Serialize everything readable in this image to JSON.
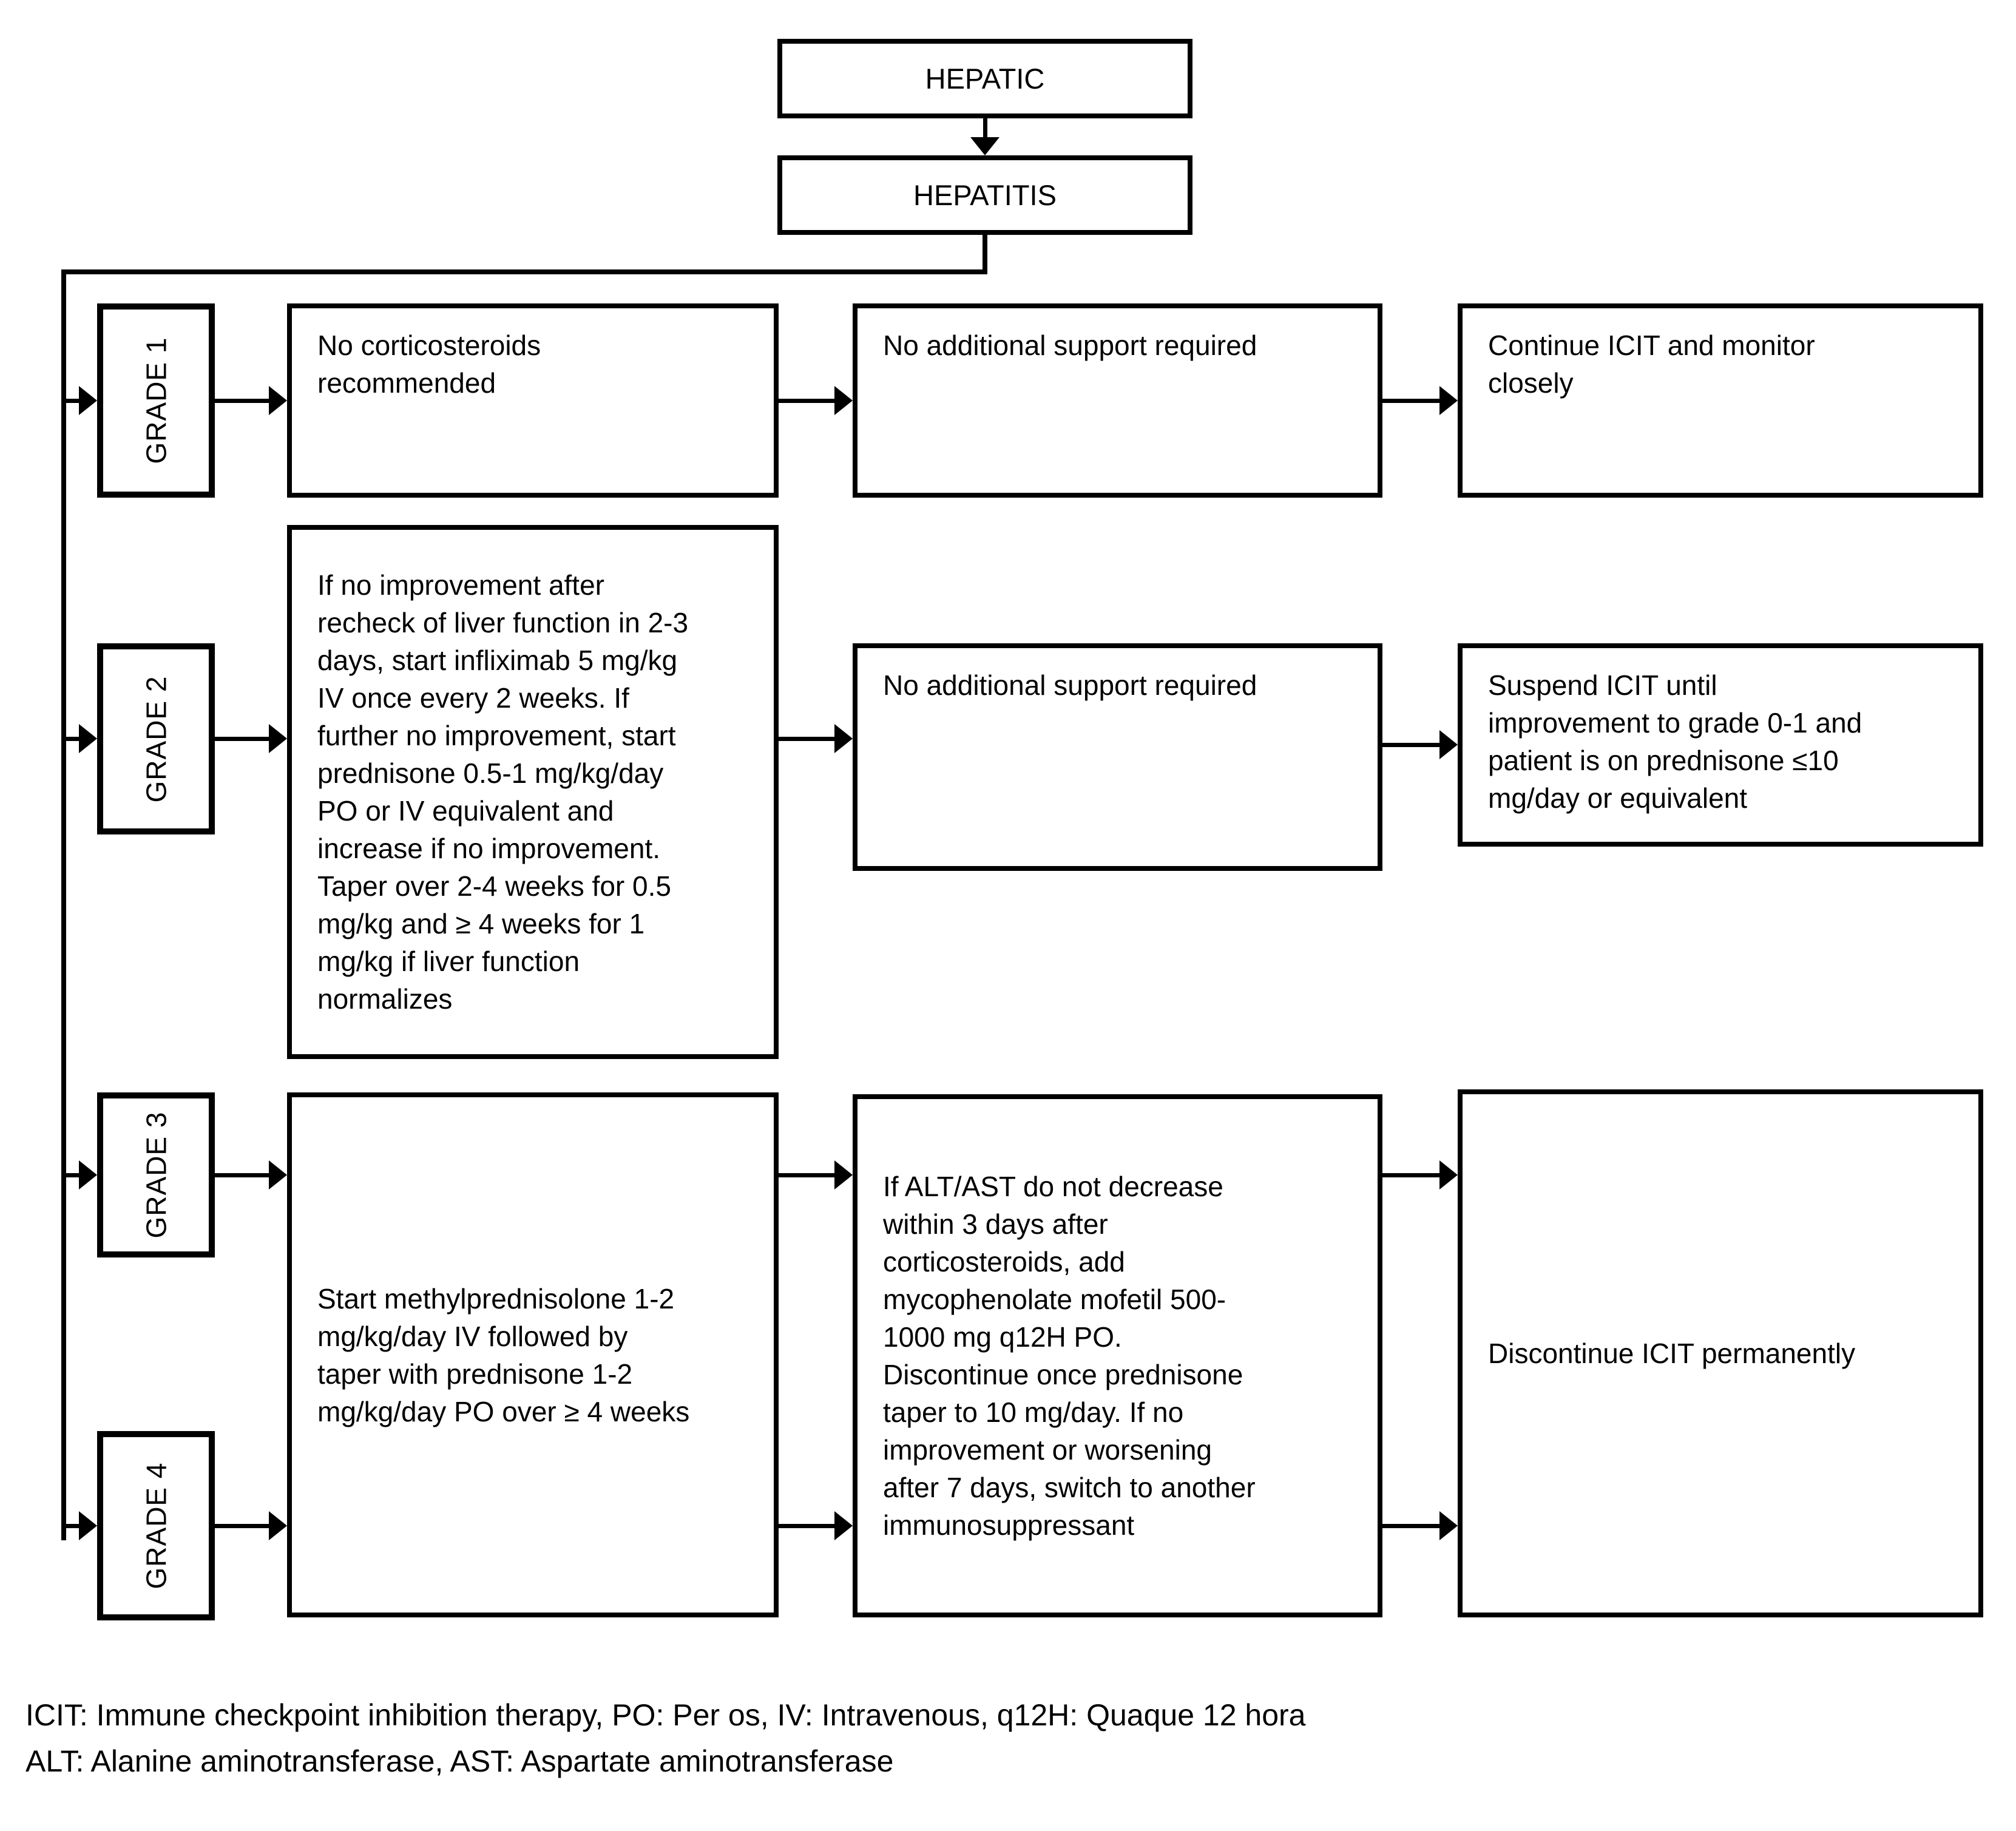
{
  "nodes": {
    "hepatic": "HEPATIC",
    "hepatitis": "HEPATITIS",
    "grade1": {
      "label": "GRADE 1",
      "treatment": "No corticosteroids recommended",
      "support": "No additional support required",
      "outcome": "Continue ICIT and monitor closely"
    },
    "grade2": {
      "label": "GRADE 2",
      "treatment": "If no improvement after recheck of liver function in 2-3 days, start infliximab 5 mg/kg IV once every 2 weeks. If further no improvement, start prednisone 0.5-1 mg/kg/day PO or IV equivalent and increase if no improvement. Taper over 2-4 weeks for 0.5 mg/kg and ≥ 4 weeks for 1 mg/kg if liver function normalizes",
      "support": "No additional support required",
      "outcome": "Suspend ICIT until improvement to grade 0-1 and patient is on prednisone ≤10 mg/day or equivalent"
    },
    "grade3": {
      "label": "GRADE 3"
    },
    "grade4": {
      "label": "GRADE 4"
    },
    "grade3_4_shared": {
      "treatment": "Start methylprednisolone 1-2 mg/kg/day IV followed by taper with prednisone 1-2 mg/kg/day PO over ≥ 4 weeks",
      "support": "If ALT/AST do not decrease within 3 days after corticosteroids, add mycophenolate mofetil 500-1000 mg q12H PO. Discontinue once prednisone taper to 10 mg/day. If no improvement or worsening after 7 days, switch to another immunosuppressant",
      "outcome": "Discontinue ICIT permanently"
    }
  },
  "legend": {
    "line1": "ICIT: Immune checkpoint inhibition therapy, PO: Per os, IV: Intravenous, q12H: Quaque 12 hora",
    "line2": "ALT: Alanine aminotransferase, AST: Aspartate aminotransferase"
  },
  "colors": {
    "line": "#000000",
    "text": "#000000",
    "background": "#ffffff"
  }
}
